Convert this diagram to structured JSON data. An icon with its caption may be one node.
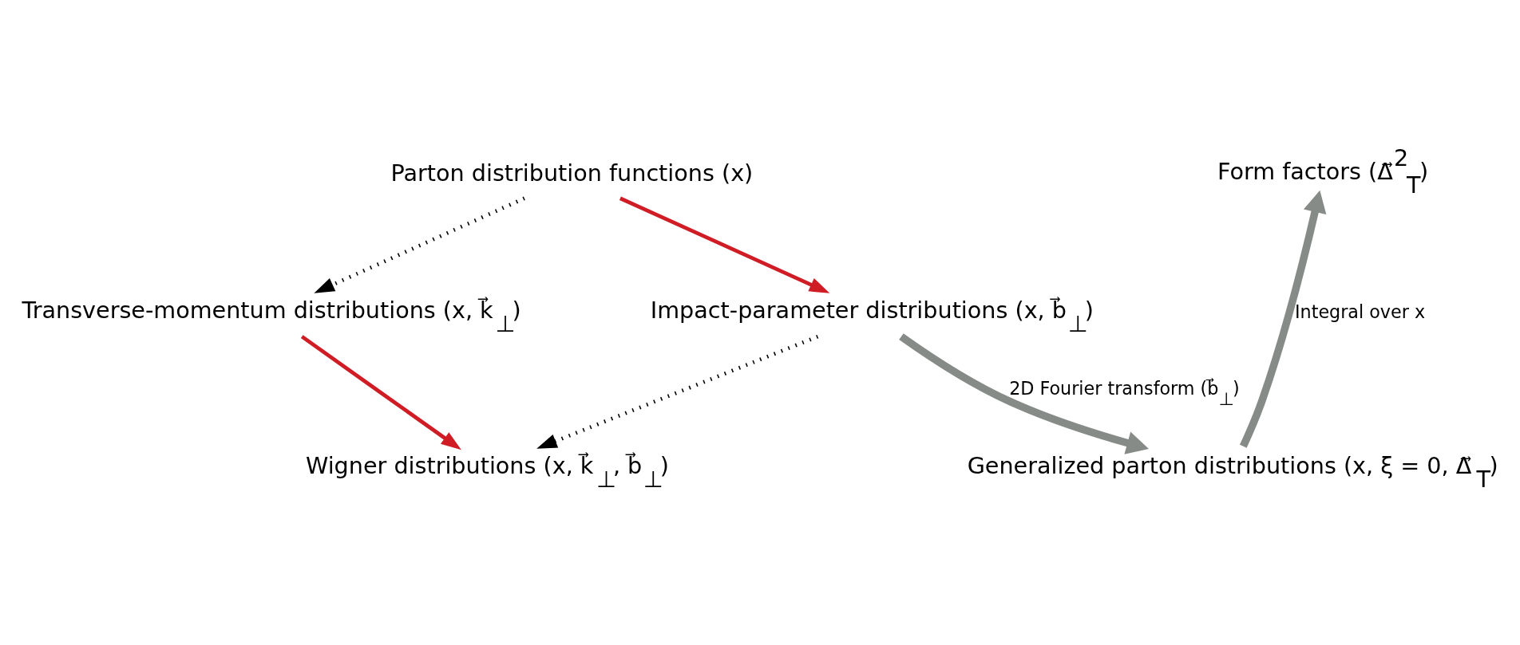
{
  "diagram": {
    "nodes": [
      {
        "text": [
          "Parton distribution functions (x)"
        ]
      },
      {
        "text": [
          "Transverse-momentum distributions (x, k⃗$_{⊥}$)"
        ]
      },
      {
        "text": [
          "Impact-parameter distributions (x, b⃗$_{⊥}$)"
        ]
      },
      {
        "text": [
          "Wigner distributions (x, k⃗$_{⊥}$, b⃗$_{⊥}$)"
        ]
      },
      {
        "text": [
          "Form factors (Δ⃗$^{2}$$_{T}$)"
        ]
      },
      {
        "text": [
          "Generalized parton distributions (x, ξ = 0, Δ⃗$_{T}$)"
        ]
      }
    ],
    "edges": [
      {
        "from": 0,
        "to": 1,
        "arrow": "to",
        "style": "dashed",
        "color": "#000000"
      },
      {
        "from": 0,
        "to": 2,
        "arrow": "to",
        "color": "#d01c24"
      },
      {
        "from": 1,
        "to": 3,
        "arrow": "to",
        "color": "#d01c24"
      },
      {
        "from": 2,
        "to": 3,
        "arrow": "to",
        "style": "dashed",
        "color": "#000000"
      },
      {
        "from": 2,
        "to": 5,
        "arrow": "to",
        "label": "2D Fourier transform (b⃗$_{⊥}$)",
        "style": "thick",
        "color": "#868b88"
      },
      {
        "from": 5,
        "to": 4,
        "arrow": "to",
        "label": "Integral over x",
        "style": "thick",
        "color": "#868b88"
      }
    ]
  }
}
